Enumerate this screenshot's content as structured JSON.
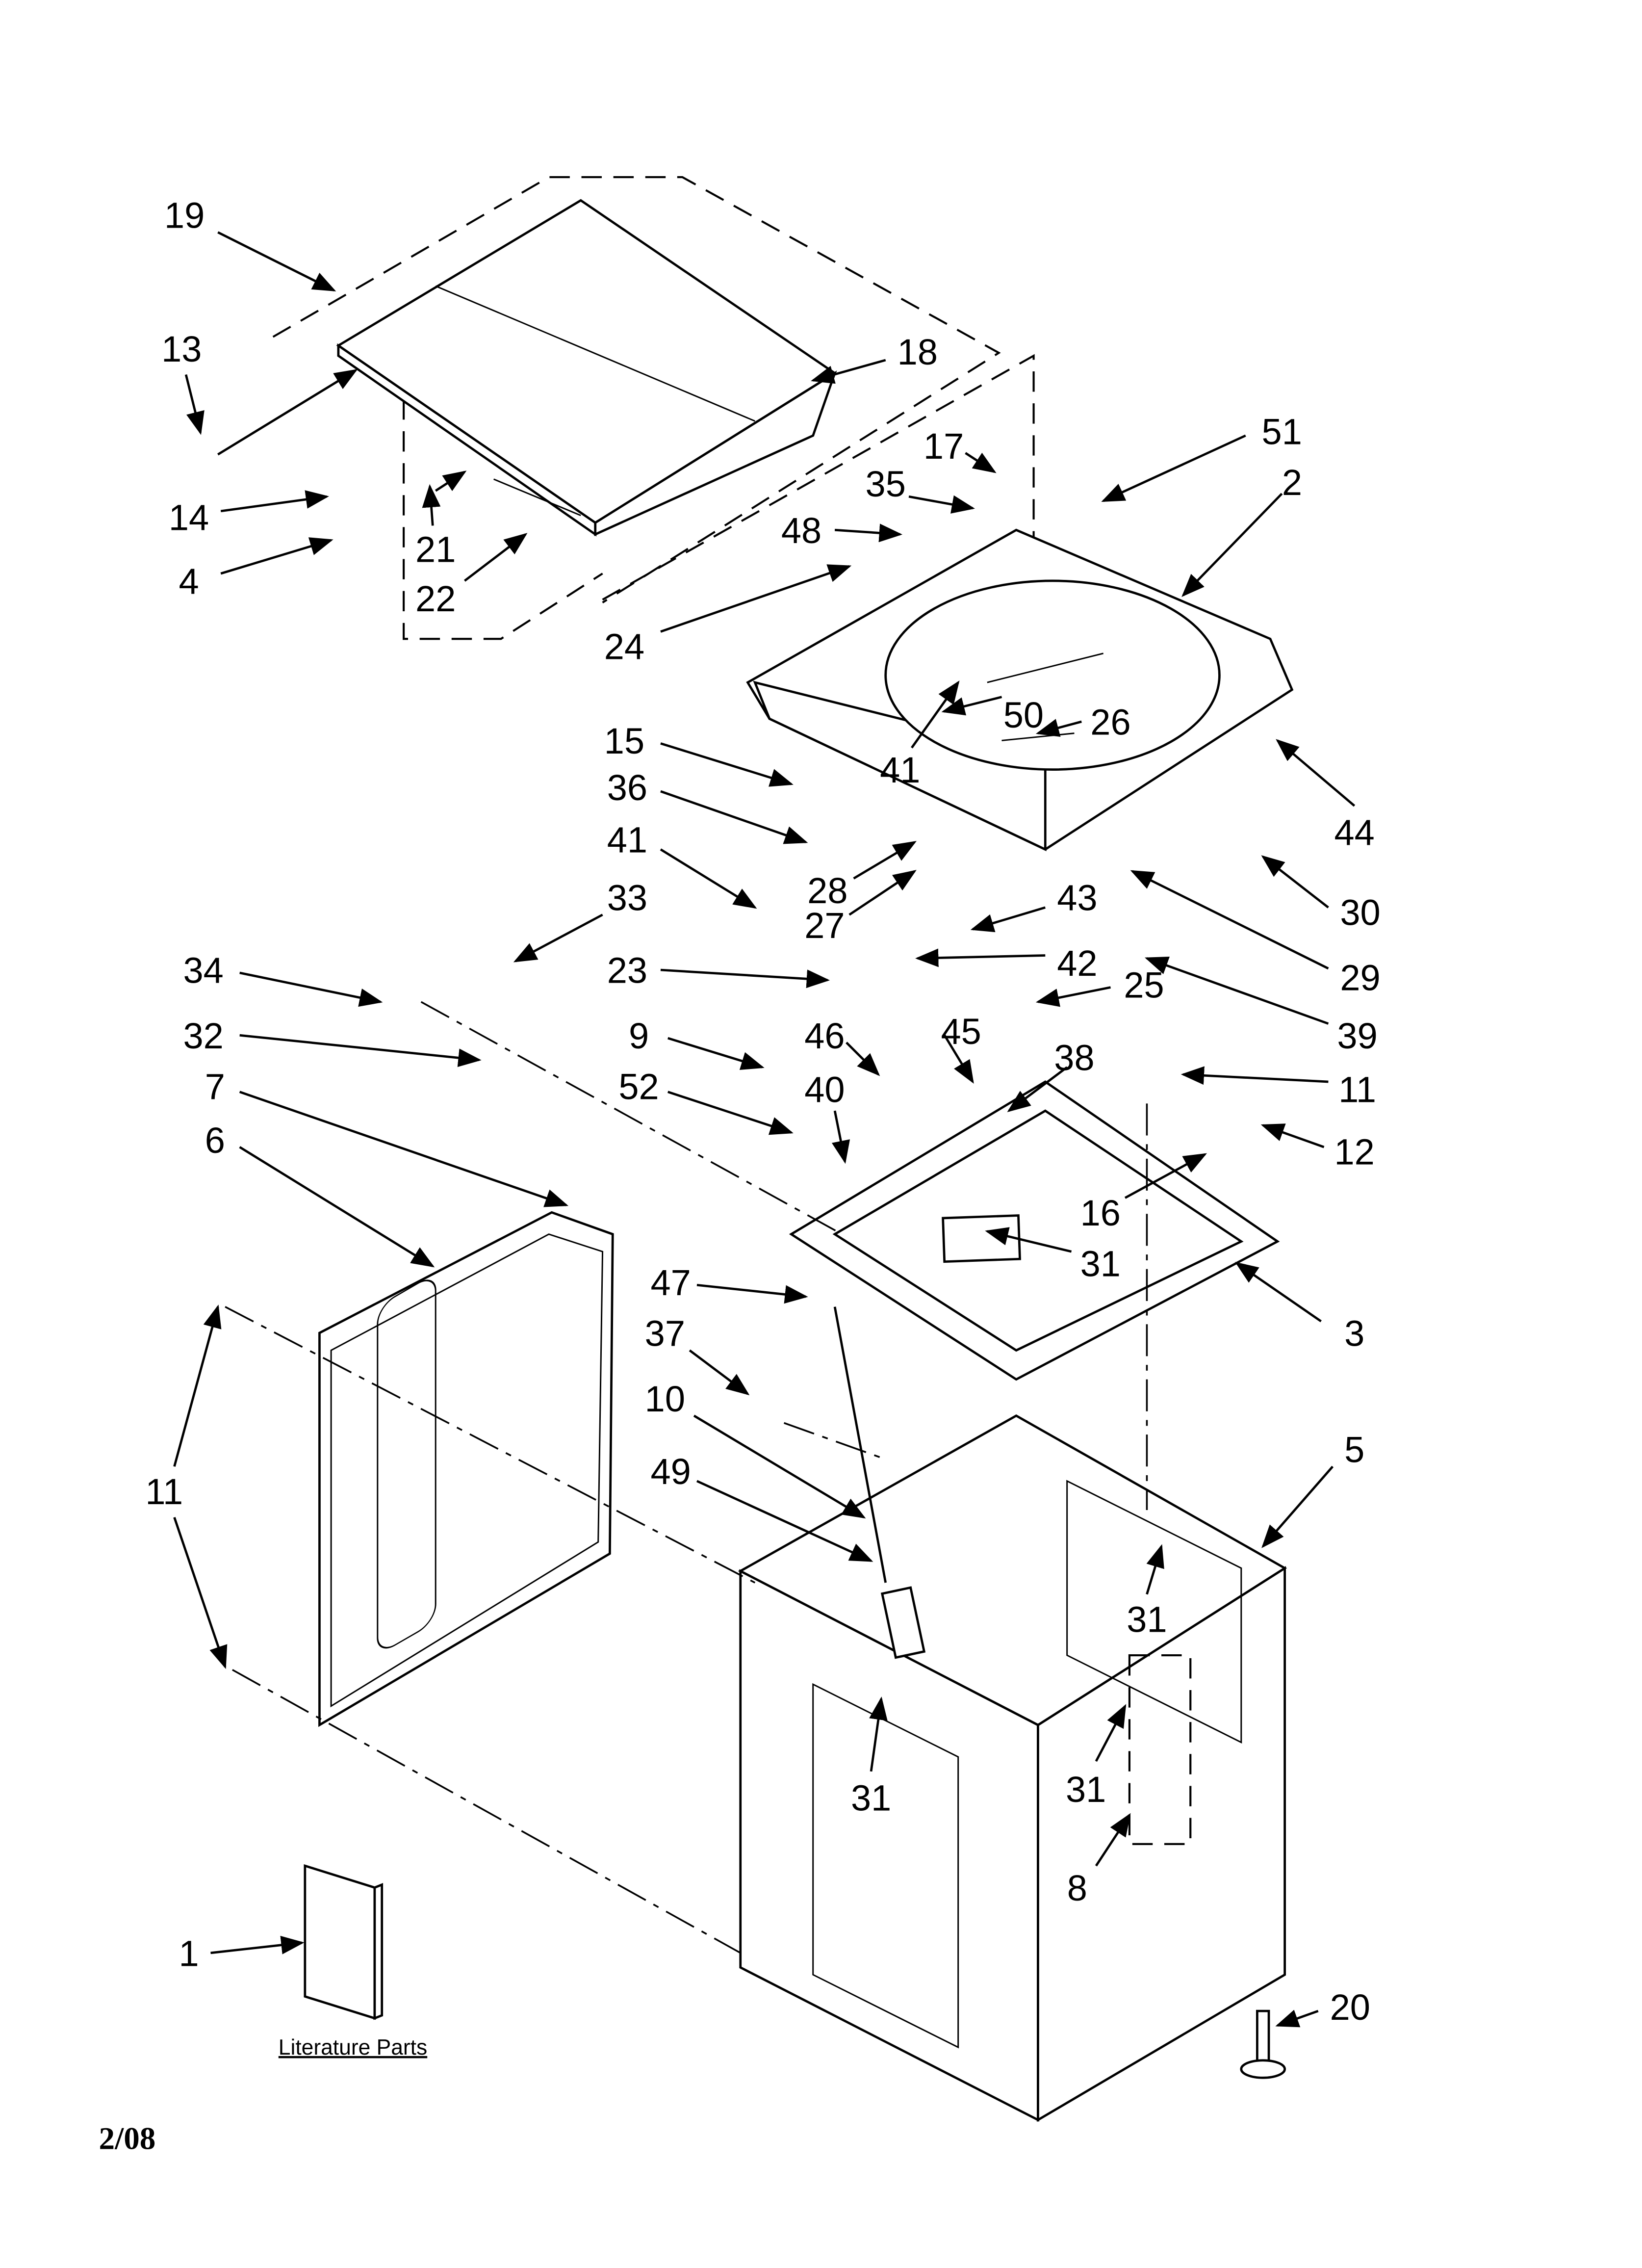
{
  "callouts": [
    "19",
    "13",
    "14",
    "4",
    "21",
    "22",
    "18",
    "17",
    "35",
    "48",
    "51",
    "2",
    "24",
    "50",
    "26",
    "41",
    "44",
    "15",
    "36",
    "41",
    "33",
    "28",
    "27",
    "43",
    "42",
    "23",
    "25",
    "30",
    "29",
    "39",
    "34",
    "32",
    "7",
    "6",
    "9",
    "52",
    "46",
    "45",
    "40",
    "38",
    "11",
    "12",
    "16",
    "31",
    "3",
    "47",
    "37",
    "10",
    "49",
    "5",
    "11",
    "31",
    "31",
    "31",
    "8",
    "1",
    "20"
  ],
  "literature_label": "Literature Parts",
  "date_code": "2/08"
}
